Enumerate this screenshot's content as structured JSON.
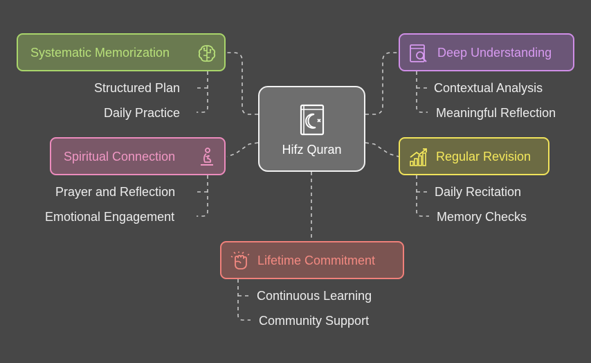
{
  "center": {
    "title": "Hifz Quran",
    "icon": "quran-book-icon"
  },
  "colors": {
    "background": "#474747",
    "systematic": "#a9d56b",
    "deep": "#cf8ee6",
    "spiritual": "#ec8bbd",
    "revision": "#f0e35b",
    "lifetime": "#f0807a"
  },
  "branches": {
    "systematic": {
      "label": "Systematic Memorization",
      "icon": "brain-circuit-icon",
      "items": [
        "Structured Plan",
        "Daily Practice"
      ]
    },
    "deep": {
      "label": "Deep Understanding",
      "icon": "book-search-icon",
      "items": [
        "Contextual Analysis",
        "Meaningful Reflection"
      ]
    },
    "spiritual": {
      "label": "Spiritual Connection",
      "icon": "praying-person-icon",
      "items": [
        "Prayer and Reflection",
        "Emotional Engagement"
      ]
    },
    "revision": {
      "label": "Regular Revision",
      "icon": "growth-chart-icon",
      "items": [
        "Daily Recitation",
        "Memory Checks"
      ]
    },
    "lifetime": {
      "label": "Lifetime Commitment",
      "icon": "raised-fist-icon",
      "items": [
        "Continuous Learning",
        "Community Support"
      ]
    }
  }
}
